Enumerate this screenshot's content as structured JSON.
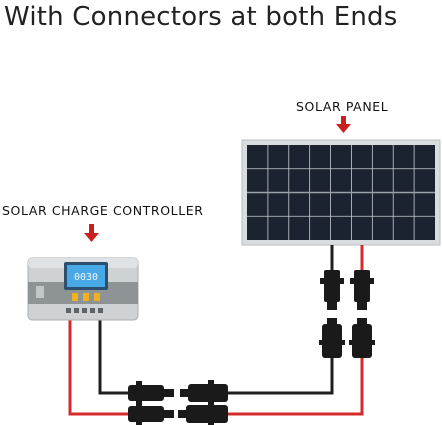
{
  "title": "With Connectors at both Ends",
  "solar_panel": {
    "label": "SOLAR PANEL"
  },
  "controller": {
    "label": "SOLAR CHARGE CONTROLLER",
    "display_value": "0030"
  },
  "colors": {
    "arrow": "#c8201e",
    "cable_red": "#d42a2a",
    "cable_black": "#1f1f1f",
    "connector": "#1a1a1a",
    "panel_frame": "#d9dde0",
    "panel_cell": "#1c2330",
    "controller_body": "#cfd2d4",
    "controller_band": "#8e9396",
    "controller_screen": "#49a9e6",
    "controller_led": "#f0b21c"
  },
  "icons": [
    "down-arrow-icon",
    "down-arrow-icon"
  ]
}
